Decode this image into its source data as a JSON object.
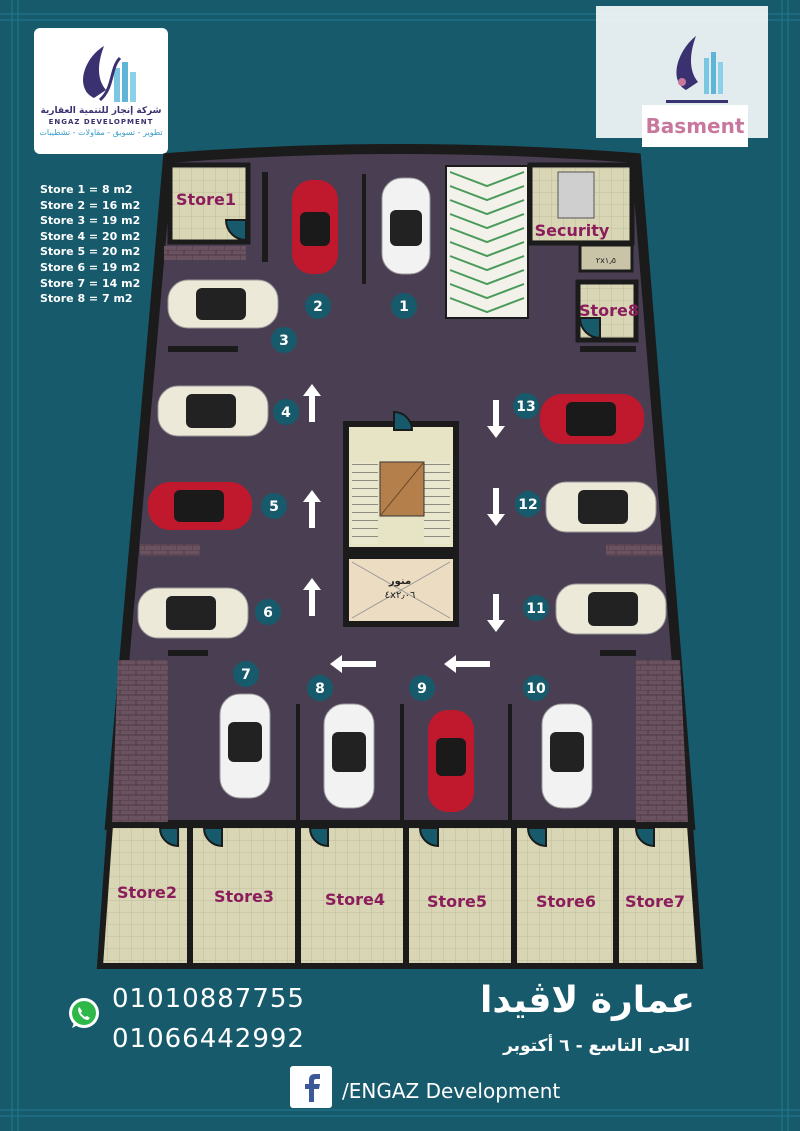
{
  "logo": {
    "ar_name": "شركة إنجاز للتنمية العقارية",
    "en_name": "ENGAZ DEVELOPMENT",
    "services": "تطوير - تسويق - مقاولات - تشطيبات"
  },
  "level_label": "Basment",
  "store_areas": [
    "Store 1 = 8 m2",
    "Store 2 = 16 m2",
    "Store 3 = 19 m2",
    "Store 4 = 20 m2",
    "Store 5 = 20 m2",
    "Store 6 = 19 m2",
    "Store 7 = 14 m2",
    "Store 8 = 7 m2"
  ],
  "rooms": {
    "store1": "Store1",
    "store2": "Store2",
    "store3": "Store3",
    "store4": "Store4",
    "store5": "Store5",
    "store6": "Store6",
    "store7": "Store7",
    "store8": "Store8",
    "security": "Security",
    "wc_dim": "٢x١٫٥",
    "shaft": "منور",
    "shaft_dim": "٤x٢٫٠٦"
  },
  "parking_numbers": [
    "1",
    "2",
    "3",
    "4",
    "5",
    "6",
    "7",
    "8",
    "9",
    "10",
    "11",
    "12",
    "13"
  ],
  "phones": [
    "01010887755",
    "01066442992"
  ],
  "building_name": "عمارة لاڤيدا",
  "location": "الحى التاسع - ٦ أكتوبر",
  "facebook_handle": "/ENGAZ Development",
  "colors": {
    "background": "#165a6c",
    "floor": "#4a3f52",
    "store_fill": "#d8d6b4",
    "label": "#8c1d5c",
    "wall": "#1b1b1b"
  }
}
